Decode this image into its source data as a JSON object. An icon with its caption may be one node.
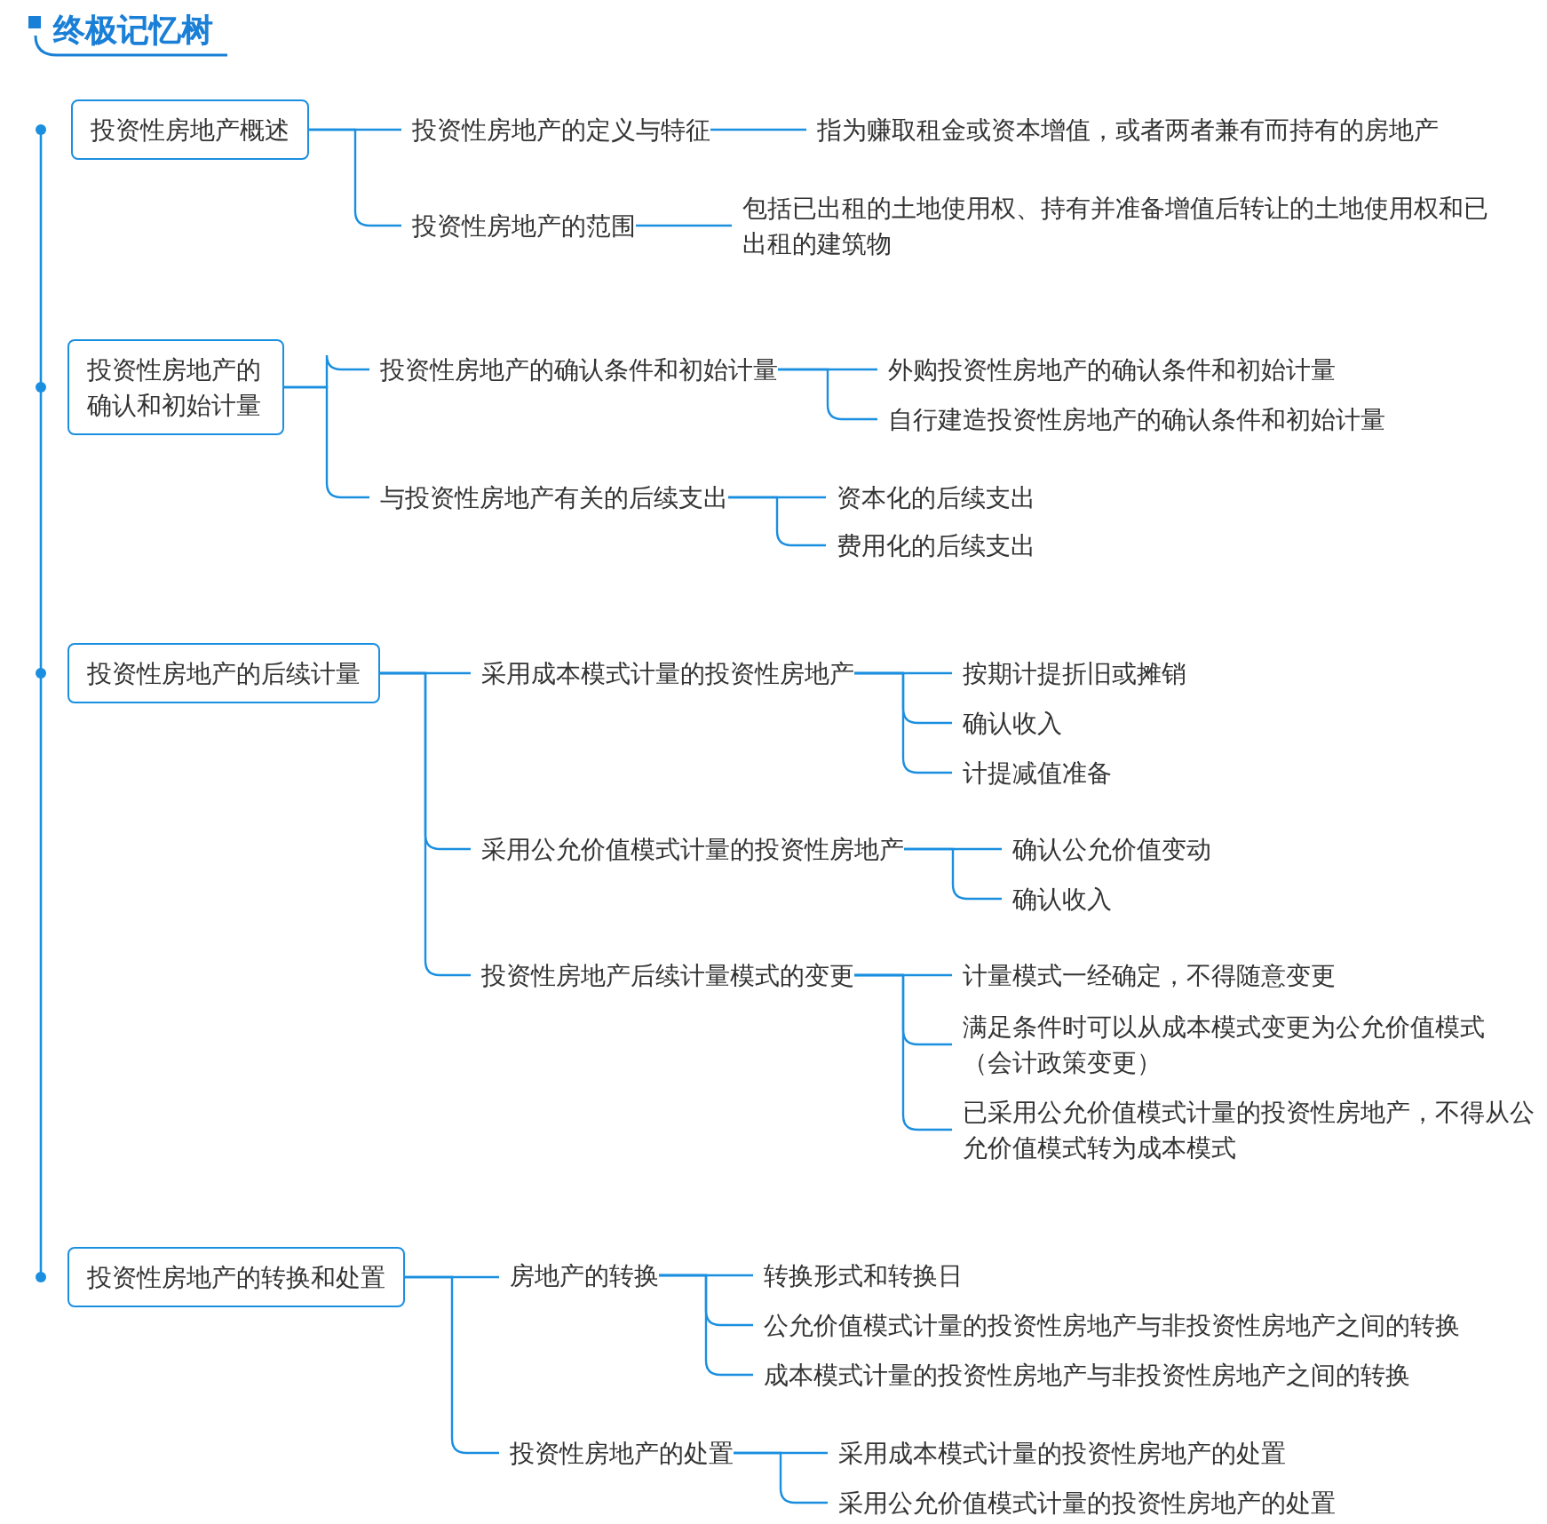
{
  "diagram": {
    "title": "终极记忆树",
    "nodes": [
      {
        "text": [
          "投资性房地产概述"
        ]
      },
      {
        "text": [
          "投资性房地产的定义与特征"
        ]
      },
      {
        "text": [
          "指为赚取租金或资本增值，或者两者兼有而持有的房地产"
        ]
      },
      {
        "text": [
          "投资性房地产的范围"
        ]
      },
      {
        "text": [
          "包括已出租的土地使用权、持有并准备增值后转让的土地使用权和已出租的建筑物"
        ]
      },
      {
        "text": [
          "投资性房地产的确认和初始计量"
        ]
      },
      {
        "text": [
          "投资性房地产的确认条件和初始计量"
        ]
      },
      {
        "text": [
          "外购投资性房地产的确认条件和初始计量"
        ]
      },
      {
        "text": [
          "自行建造投资性房地产的确认条件和初始计量"
        ]
      },
      {
        "text": [
          "与投资性房地产有关的后续支出"
        ]
      },
      {
        "text": [
          "资本化的后续支出"
        ]
      },
      {
        "text": [
          "费用化的后续支出"
        ]
      },
      {
        "text": [
          "投资性房地产的后续计量"
        ]
      },
      {
        "text": [
          "采用成本模式计量的投资性房地产"
        ]
      },
      {
        "text": [
          "按期计提折旧或摊销"
        ]
      },
      {
        "text": [
          "确认收入"
        ]
      },
      {
        "text": [
          "计提减值准备"
        ]
      },
      {
        "text": [
          "采用公允价值模式计量的投资性房地产"
        ]
      },
      {
        "text": [
          "确认公允价值变动"
        ]
      },
      {
        "text": [
          "确认收入"
        ]
      },
      {
        "text": [
          "投资性房地产后续计量模式的变更"
        ]
      },
      {
        "text": [
          "计量模式一经确定，不得随意变更"
        ]
      },
      {
        "text": [
          "满足条件时可以从成本模式变更为公允价值模式（会计政策变更）"
        ]
      },
      {
        "text": [
          "已采用公允价值模式计量的投资性房地产，不得从公允价值模式转为成本模式"
        ]
      },
      {
        "text": [
          "投资性房地产的转换和处置"
        ]
      },
      {
        "text": [
          "房地产的转换"
        ]
      },
      {
        "text": [
          "转换形式和转换日"
        ]
      },
      {
        "text": [
          "公允价值模式计量的投资性房地产与非投资性房地产之间的转换"
        ]
      },
      {
        "text": [
          "成本模式计量的投资性房地产与非投资性房地产之间的转换"
        ]
      },
      {
        "text": [
          "投资性房地产的处置"
        ]
      },
      {
        "text": [
          "采用成本模式计量的投资性房地产的处置"
        ]
      },
      {
        "text": [
          "采用公允价值模式计量的投资性房地产的处置"
        ]
      }
    ],
    "edges": [
      {
        "from": 0,
        "to": 1,
        "arrow": "none"
      },
      {
        "from": 1,
        "to": 2,
        "arrow": "none"
      },
      {
        "from": 0,
        "to": 3,
        "arrow": "none"
      },
      {
        "from": 3,
        "to": 4,
        "arrow": "none"
      },
      {
        "from": 5,
        "to": 6,
        "arrow": "none"
      },
      {
        "from": 6,
        "to": 7,
        "arrow": "none"
      },
      {
        "from": 6,
        "to": 8,
        "arrow": "none"
      },
      {
        "from": 5,
        "to": 9,
        "arrow": "none"
      },
      {
        "from": 9,
        "to": 10,
        "arrow": "none"
      },
      {
        "from": 9,
        "to": 11,
        "arrow": "none"
      },
      {
        "from": 12,
        "to": 13,
        "arrow": "none"
      },
      {
        "from": 13,
        "to": 14,
        "arrow": "none"
      },
      {
        "from": 13,
        "to": 15,
        "arrow": "none"
      },
      {
        "from": 13,
        "to": 16,
        "arrow": "none"
      },
      {
        "from": 12,
        "to": 17,
        "arrow": "none"
      },
      {
        "from": 17,
        "to": 18,
        "arrow": "none"
      },
      {
        "from": 17,
        "to": 19,
        "arrow": "none"
      },
      {
        "from": 12,
        "to": 20,
        "arrow": "none"
      },
      {
        "from": 20,
        "to": 21,
        "arrow": "none"
      },
      {
        "from": 20,
        "to": 22,
        "arrow": "none"
      },
      {
        "from": 20,
        "to": 23,
        "arrow": "none"
      },
      {
        "from": 24,
        "to": 25,
        "arrow": "none"
      },
      {
        "from": 25,
        "to": 26,
        "arrow": "none"
      },
      {
        "from": 25,
        "to": 27,
        "arrow": "none"
      },
      {
        "from": 25,
        "to": 28,
        "arrow": "none"
      },
      {
        "from": 24,
        "to": 29,
        "arrow": "none"
      },
      {
        "from": 29,
        "to": 30,
        "arrow": "none"
      },
      {
        "from": 29,
        "to": 31,
        "arrow": "none"
      }
    ]
  }
}
